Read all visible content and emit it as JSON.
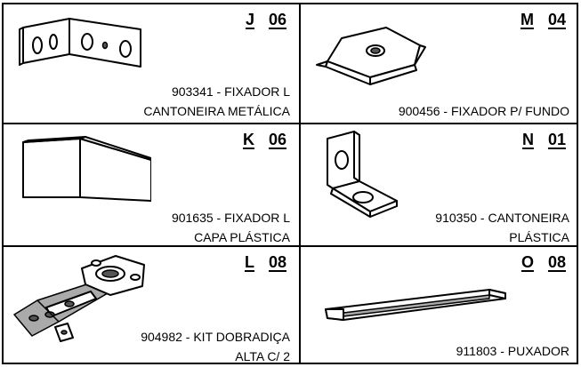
{
  "parts": [
    {
      "letter": "J",
      "qty": "06",
      "line1": "903341 - FIXADOR L",
      "line2": "CANTONEIRA METÁLICA"
    },
    {
      "letter": "M",
      "qty": "04",
      "line1": "",
      "line2": "900456 - FIXADOR P/ FUNDO"
    },
    {
      "letter": "K",
      "qty": "06",
      "line1": "901635 - FIXADOR L",
      "line2": "CAPA PLÁSTICA"
    },
    {
      "letter": "N",
      "qty": "01",
      "line1": "910350 - CANTONEIRA",
      "line2": "PLÁSTICA"
    },
    {
      "letter": "L",
      "qty": "08",
      "line1": "904982 - KIT DOBRADIÇA",
      "line2": "ALTA C/ 2"
    },
    {
      "letter": "O",
      "qty": "08",
      "line1": "",
      "line2": "911803 - PUXADOR"
    }
  ]
}
